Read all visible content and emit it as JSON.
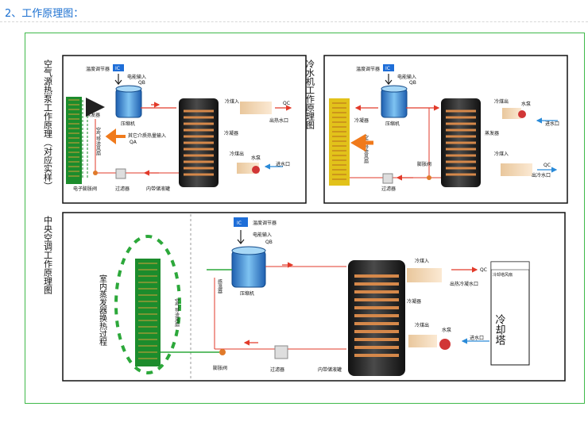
{
  "header": {
    "title": "2、工作原理图："
  },
  "panel1": {
    "title": "空气源热泵工作原理（对应实样）",
    "ic": "IC",
    "temp_ctrl": "温度调节器",
    "power_in": "电能输入",
    "qb": "QB",
    "compressor": "压缩机",
    "refrigerant_in": "冷煤入",
    "qc": "QC",
    "hot_water_out": "出热水口",
    "condenser": "冷凝器",
    "evaporator": "蒸发器",
    "fan": "空气导流风扇",
    "other_heat": "其它介质热量输入",
    "qa": "QA",
    "refrigerant_out": "冷煤出",
    "pump": "水泵",
    "water_in": "进水口",
    "exp_valve": "电子膨胀阀",
    "filter": "过滤器",
    "tank": "内带储液罐"
  },
  "panel2": {
    "title": "冷水机工作原理图",
    "ic": "IC",
    "temp_ctrl": "温度调节器",
    "power_in": "电能输入",
    "qb": "QB",
    "compressor": "压缩机",
    "refrigerant_out": "冷煤出",
    "pump": "水泵",
    "water_in": "进水口",
    "condenser": "冷凝器",
    "fan": "空气导流风扇",
    "evaporator": "蒸发器",
    "refrigerant_in": "冷煤入",
    "qc": "QC",
    "cold_water_out": "出冷水口",
    "exp_valve": "膨胀阀",
    "filter": "过滤器"
  },
  "panel3": {
    "title": "中央空调工作原理图",
    "ic": "IC",
    "temp_ctrl": "温度调节器",
    "power_in": "电能输入",
    "qb": "QB",
    "compressor": "压缩机",
    "refrigerant_in": "冷煤入",
    "qc": "QC",
    "condensed_water_out": "出热冷凝水口",
    "tower_small": "冷却塔风扇",
    "tower": "冷却塔",
    "condenser": "冷凝器",
    "sensor": "感温器",
    "indoor": "室内蒸发器换热过程",
    "fan": "空气导流风扇",
    "refrigerant_out": "冷煤出",
    "pump": "水泵",
    "water_in": "进水口",
    "exp_valve": "膨胀阀",
    "filter": "过滤器",
    "tank": "内带储液罐"
  }
}
